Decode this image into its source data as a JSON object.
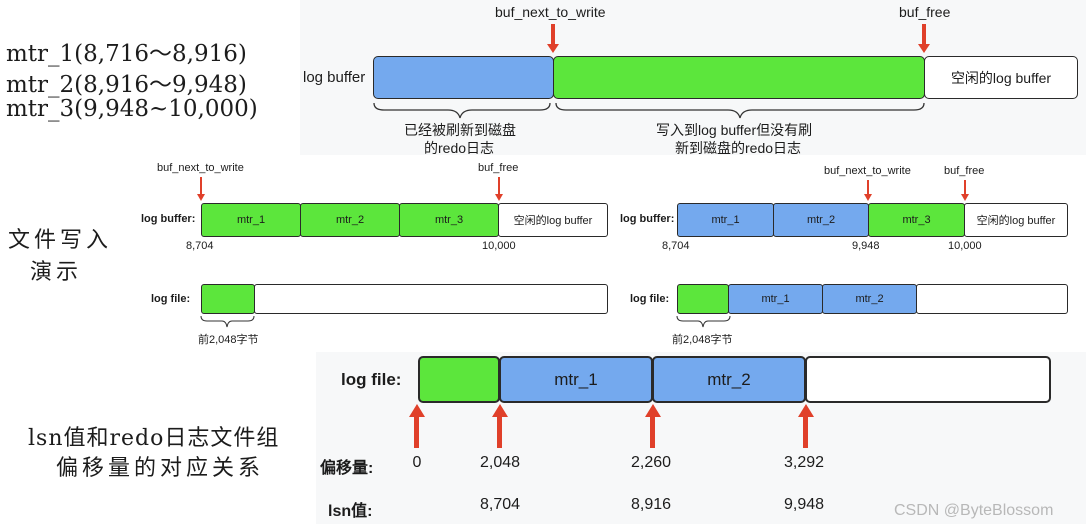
{
  "mtr_list": [
    "mtr_1(8,716～8,916)",
    "mtr_2(8,916～9,948)",
    "mtr_3(9,948~10,000)"
  ],
  "top_diagram": {
    "label": "log buffer",
    "buf_next_to_write": "buf_next_to_write",
    "buf_free": "buf_free",
    "free_label": "空闲的log buffer",
    "flushed_note": [
      "已经被刷新到磁盘",
      "的redo日志"
    ],
    "unflushed_note": [
      "写入到log buffer但没有刷",
      "新到磁盘的redo日志"
    ]
  },
  "side_title": [
    "文件写入",
    "演示"
  ],
  "demo_left": {
    "buf_next_to_write": "buf_next_to_write",
    "buf_free": "buf_free",
    "log_buffer_label": "log buffer:",
    "segments": [
      "mtr_1",
      "mtr_2",
      "mtr_3"
    ],
    "free_label": "空闲的log buffer",
    "start": "8,704",
    "end": "10,000",
    "log_file_label": "log file:",
    "note": "前2,048字节"
  },
  "demo_right": {
    "buf_next_to_write": "buf_next_to_write",
    "buf_free": "buf_free",
    "log_buffer_label": "log buffer:",
    "segments": [
      "mtr_1",
      "mtr_2",
      "mtr_3"
    ],
    "free_label": "空闲的log buffer",
    "start": "8,704",
    "mid": "9,948",
    "end": "10,000",
    "log_file_label": "log file:",
    "file_segments": [
      "mtr_1",
      "mtr_2"
    ],
    "note": "前2,048字节"
  },
  "bottom_title": [
    "lsn值和redo日志文件组",
    "偏移量的对应关系"
  ],
  "bottom": {
    "log_file_label": "log file:",
    "segments": [
      "mtr_1",
      "mtr_2"
    ],
    "offset_label": "偏移量:",
    "offsets": [
      "0",
      "2,048",
      "2,260",
      "3,292"
    ],
    "lsn_label": "lsn值:",
    "lsns": [
      "8,704",
      "8,916",
      "9,948"
    ]
  },
  "watermark": "CSDN @ByteBlossom"
}
